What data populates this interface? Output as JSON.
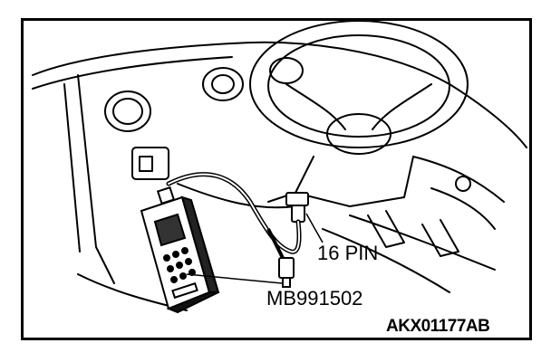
{
  "labels": {
    "connector": "16 PIN",
    "tool_part_number": "MB991502",
    "figure_code": "AKX01177AB"
  }
}
